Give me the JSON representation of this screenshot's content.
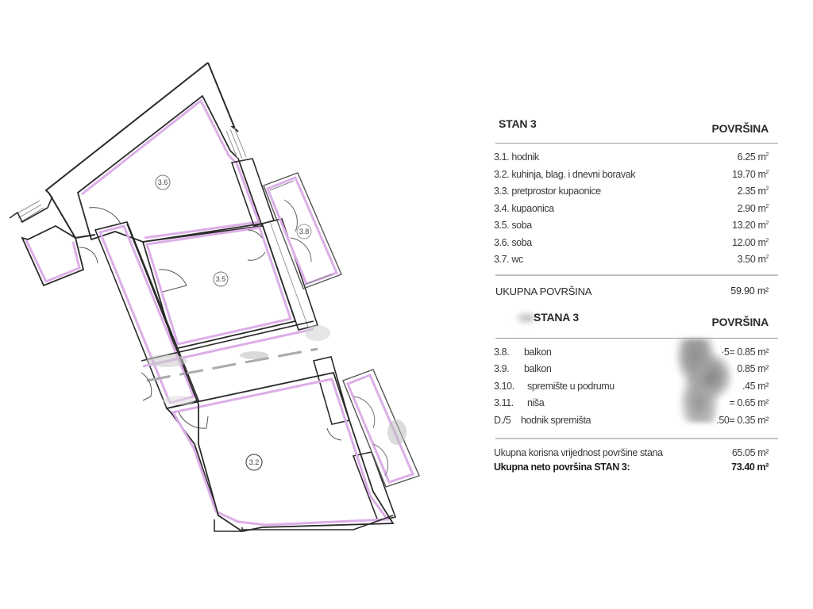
{
  "plan": {
    "title": "Floor plan STAN 3",
    "room_labels": [
      {
        "id": "3.6",
        "text": "3.6"
      },
      {
        "id": "3.5",
        "text": "3.5"
      },
      {
        "id": "3.8",
        "text": "3.8"
      },
      {
        "id": "3.2",
        "text": "3.2"
      }
    ],
    "colors": {
      "wall": "#2b2b2b",
      "room_outline": "#d9a6e6",
      "fill": "#ffffff"
    }
  },
  "section1": {
    "title": "STAN 3",
    "column": "POVRŠINA",
    "rows": [
      {
        "num": "3.1.",
        "name": "hodnik",
        "value": "6.25",
        "unit": "m",
        "sup": "2"
      },
      {
        "num": "3.2.",
        "name": "kuhinja, blag. i dnevni boravak",
        "value": "19.70",
        "unit": "m",
        "sup": "2"
      },
      {
        "num": "3.3.",
        "name": "pretprostor kupaonice",
        "value": "2.35",
        "unit": "m",
        "sup": "2"
      },
      {
        "num": "3.4.",
        "name": "kupaonica",
        "value": "2.90",
        "unit": "m",
        "sup": "2"
      },
      {
        "num": "3.5.",
        "name": "soba",
        "value": "13.20",
        "unit": "m",
        "sup": "2"
      },
      {
        "num": "3.6.",
        "name": "soba",
        "value": "12.00",
        "unit": "m",
        "sup": "2"
      },
      {
        "num": "3.7.",
        "name": "wc",
        "value": "3.50",
        "unit": "m",
        "sup": "2"
      }
    ],
    "total_label": "UKUPNA  POVRŠINA",
    "total_value": "59.90 m²"
  },
  "section2": {
    "title": "STANA 3",
    "column": "POVRŠINA",
    "rows": [
      {
        "num": "3.8.",
        "name": "balkon",
        "value": "·5= 0.85 m²"
      },
      {
        "num": "3.9.",
        "name": "balkon",
        "value": "0.85 m²"
      },
      {
        "num": "3.10.",
        "name": "spremište u podrumu",
        "value": ".45 m²"
      },
      {
        "num": "3.11.",
        "name": "niša",
        "value": "= 0.65 m²"
      },
      {
        "num": "D./5",
        "name": "hodnik spremišta",
        "value": ".50= 0.35 m²"
      }
    ]
  },
  "summary": {
    "useful_label": "Ukupna korisna vrijednost površine stana",
    "useful_value": "65.05 m²",
    "net_label": "Ukupna neto površina STAN 3:",
    "net_value": "73.40 m²"
  }
}
